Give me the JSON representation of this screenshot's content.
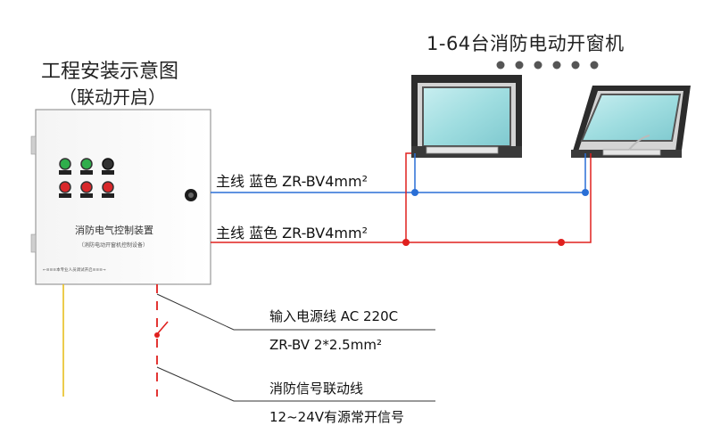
{
  "title": {
    "line1": "工程安装示意图",
    "line2": "（联动开启）"
  },
  "window_group": {
    "title": "1-64台消防电动开窗机",
    "dots": [
      "•",
      "•",
      "•",
      "•",
      "•",
      "•"
    ]
  },
  "control_box": {
    "name": "消防电气控制装置",
    "subtitle": "（消防电动开窗机控制设备）",
    "note": "←≡≡≡本专业人员调试开启≡≡≡→"
  },
  "wires": {
    "main_blue": "主线 蓝色 ZR-BV4mm²",
    "main_red": "主线 蓝色 ZR-BV4mm²"
  },
  "power_line": {
    "label1": "输入电源线 AC 220C",
    "label2": "ZR-BV  2*2.5mm²"
  },
  "signal_line": {
    "label1": "消防信号联动线",
    "label2": "12~24V有源常开信号"
  },
  "colors": {
    "blue_wire": "#2a6fd6",
    "red_wire": "#e0201e",
    "yellow_wire": "#e8c020",
    "lamp_green": "#2fae4b",
    "lamp_red": "#d8282b",
    "glass": "#9fdde0"
  }
}
